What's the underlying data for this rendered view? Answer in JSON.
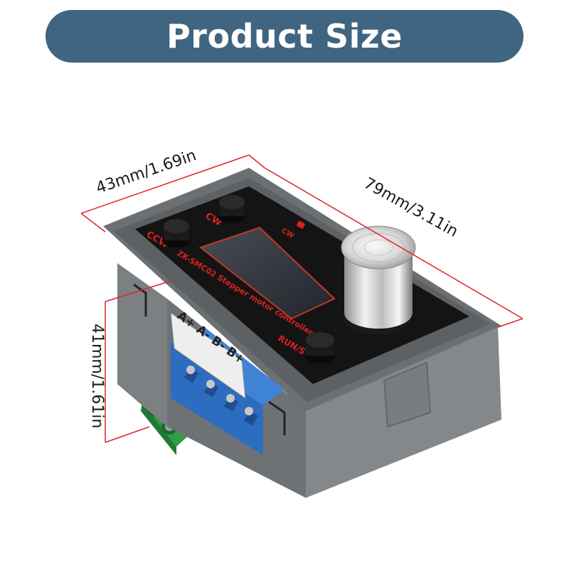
{
  "banner": {
    "title": "Product Size",
    "color": "#3f6580"
  },
  "dimensions": {
    "width_label": "43mm/1.69in",
    "length_label": "79mm/3.11in",
    "height_label": "41mm/1.61in",
    "line_color": "#e0222a"
  },
  "device": {
    "model_label": "ZK-SMC02  Stepper motor controller",
    "buttons": {
      "ccw": "CCW",
      "cw": "CW",
      "cw_small": "CW",
      "run_stop": "RUN/STOP"
    },
    "terminal_labels": "A+ A- B- B+"
  }
}
